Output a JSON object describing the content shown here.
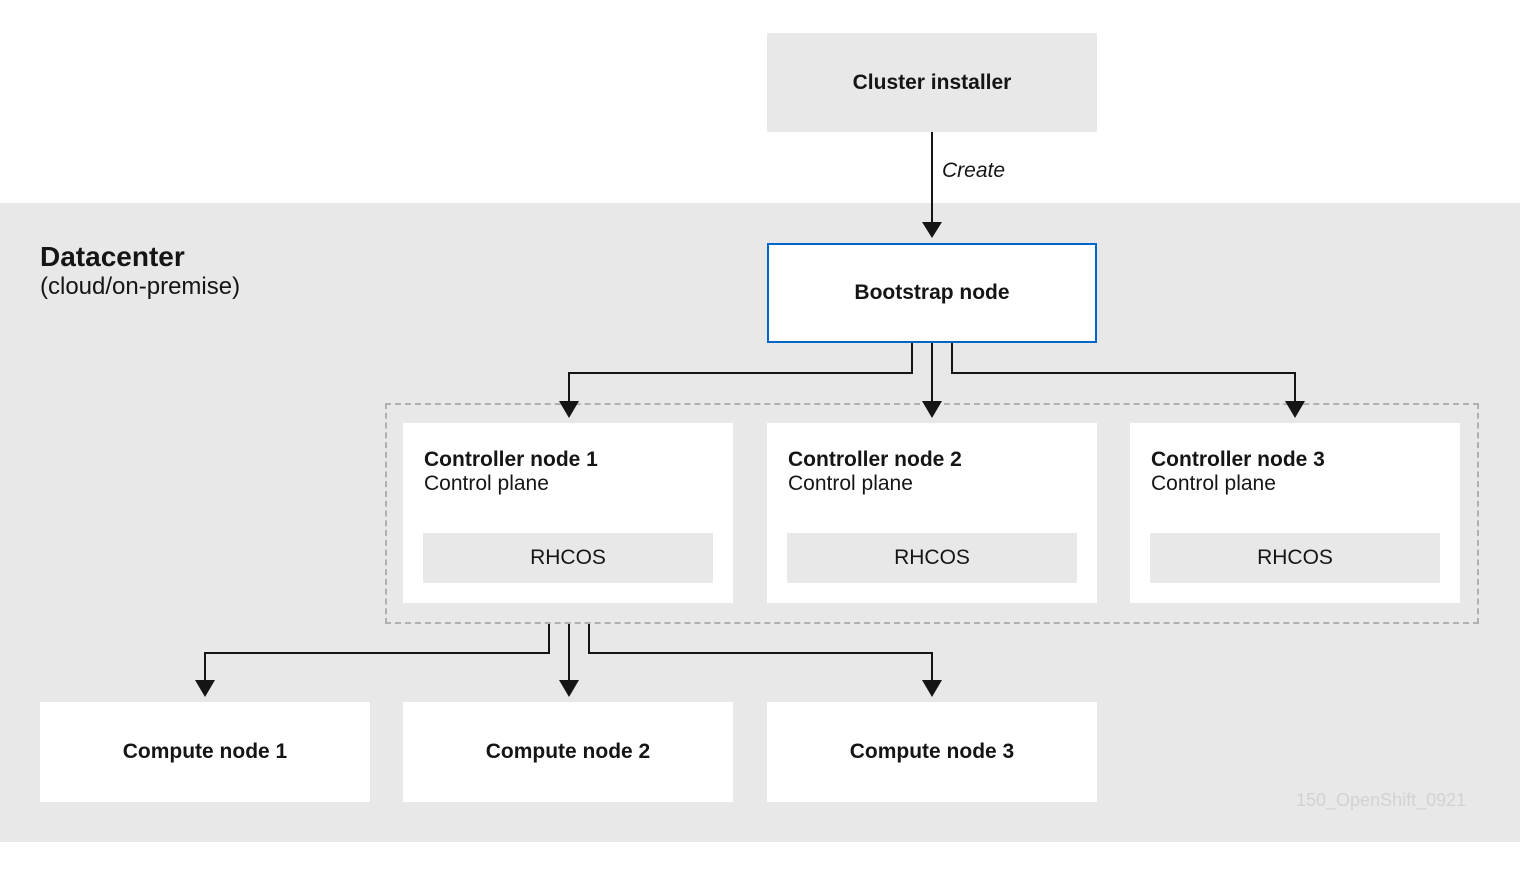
{
  "installer": {
    "label": "Cluster installer"
  },
  "edge": {
    "create_label": "Create"
  },
  "datacenter": {
    "title": "Datacenter",
    "subtitle": "(cloud/on-premise)"
  },
  "bootstrap": {
    "label": "Bootstrap node"
  },
  "controllers": [
    {
      "title": "Controller node 1",
      "role": "Control plane",
      "os": "RHCOS"
    },
    {
      "title": "Controller node 2",
      "role": "Control plane",
      "os": "RHCOS"
    },
    {
      "title": "Controller node 3",
      "role": "Control plane",
      "os": "RHCOS"
    }
  ],
  "computes": [
    {
      "label": "Compute node 1"
    },
    {
      "label": "Compute node 2"
    },
    {
      "label": "Compute node 3"
    }
  ],
  "watermark": "150_OpenShift_0921",
  "colors": {
    "panel_gray": "#e8e8e8",
    "bootstrap_border": "#0066cc",
    "arrow": "#151515",
    "dashed_border": "#b0b0b0"
  }
}
